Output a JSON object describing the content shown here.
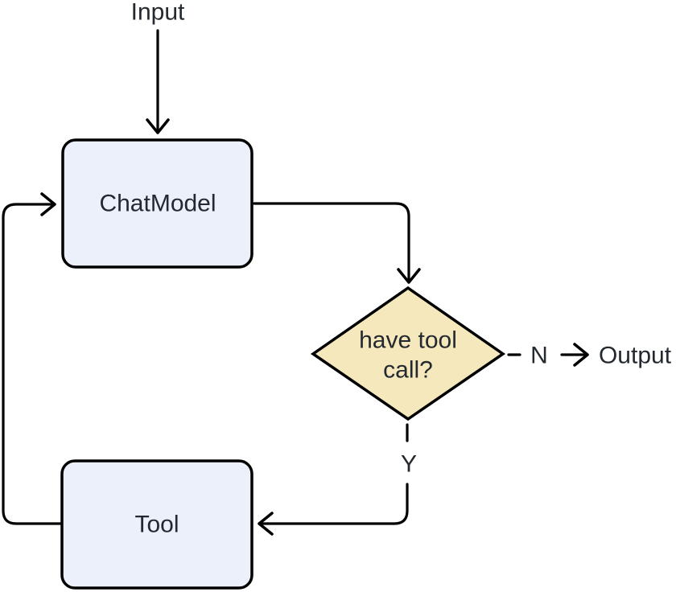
{
  "diagram": {
    "type": "flowchart",
    "nodes": {
      "input": {
        "label": "Input"
      },
      "chat_model": {
        "label": "ChatModel"
      },
      "decision": {
        "label_line1": "have tool",
        "label_line2": "call?"
      },
      "tool": {
        "label": "Tool"
      },
      "output": {
        "label": "Output"
      }
    },
    "edges": {
      "no_label": "N",
      "yes_label": "Y"
    },
    "connections": [
      {
        "from": "Input",
        "to": "ChatModel",
        "style": "solid",
        "label": ""
      },
      {
        "from": "ChatModel",
        "to": "have tool call?",
        "style": "solid",
        "label": ""
      },
      {
        "from": "have tool call?",
        "to": "Output",
        "style": "dashed",
        "label": "N"
      },
      {
        "from": "have tool call?",
        "to": "Tool",
        "style": "dashed",
        "label": "Y"
      },
      {
        "from": "Tool",
        "to": "ChatModel",
        "style": "solid",
        "label": ""
      }
    ],
    "colors": {
      "node_fill": "#ECF0FA",
      "decision_fill": "#F6E8BD",
      "stroke": "#000000",
      "text": "#24282F",
      "background": "#FFFFFF"
    }
  }
}
